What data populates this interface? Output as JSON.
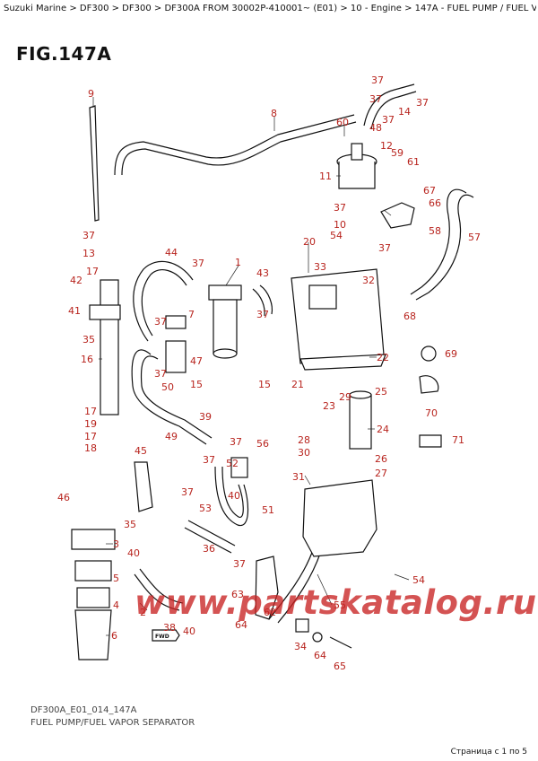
{
  "breadcrumb": "Suzuki Marine > DF300 > DF300 > DF300A FROM 30002P-410001~ (E01) > 10 - Engine > 147A - FUEL PUMP / FUEL VAPOR SEPARATOR (DF300A:E01)",
  "figure_title": "FIG.147A",
  "callouts": {
    "c9": "9",
    "c8": "8",
    "c37_a": "37",
    "c37_b": "37",
    "c14": "14",
    "c37_c": "37",
    "c60": "60",
    "c48": "48",
    "c37_d": "37",
    "c12": "12",
    "c59": "59",
    "c61": "61",
    "c11": "11",
    "c67": "67",
    "c66": "66",
    "c37_e": "37",
    "c10": "10",
    "c37_f": "37",
    "c13": "13",
    "c17_a": "17",
    "c42": "42",
    "c41": "41",
    "c35_a": "35",
    "c16": "16",
    "c44": "44",
    "c37_g": "37",
    "c1": "1",
    "c43": "43",
    "c37_h": "37",
    "c7": "7",
    "c37_i": "37",
    "c47": "47",
    "c37_j": "37",
    "c50": "50",
    "c15_a": "15",
    "c15_b": "15",
    "c20": "20",
    "c54_a": "54",
    "c37_k": "37",
    "c33": "33",
    "c32": "32",
    "c58": "58",
    "c57": "57",
    "c68": "68",
    "c69": "69",
    "c22": "22",
    "c70": "70",
    "c71": "71",
    "c19": "19",
    "c17_b": "17",
    "c18": "18",
    "c39": "39",
    "c49": "49",
    "c45": "45",
    "c37_l": "37",
    "c56": "56",
    "c21": "21",
    "c29": "29",
    "c25": "25",
    "c23": "23",
    "c24": "24",
    "c28": "28",
    "c30": "30",
    "c26": "26",
    "c27": "27",
    "c52": "52",
    "c31": "31",
    "c51": "51",
    "c37_m": "37",
    "c53": "53",
    "c40_a": "40",
    "c46": "46",
    "c35_b": "35",
    "c3": "3",
    "c36": "36",
    "c37_n": "37",
    "c5": "5",
    "c40_b": "40",
    "c4": "4",
    "c54_b": "54",
    "c63": "63",
    "c55": "55",
    "c2": "2",
    "c6": "6",
    "c38": "38",
    "c40_c": "40",
    "c62": "62",
    "c64_a": "64",
    "c34": "34",
    "c64_b": "64",
    "c65": "65"
  },
  "forward_mark": "FWD",
  "watermark": "www.partskatalog.ru",
  "footer": {
    "code": "DF300A_E01_014_147A",
    "caption": "FUEL PUMP/FUEL VAPOR SEPARATOR"
  },
  "pager": "Страница с 1 по 5"
}
